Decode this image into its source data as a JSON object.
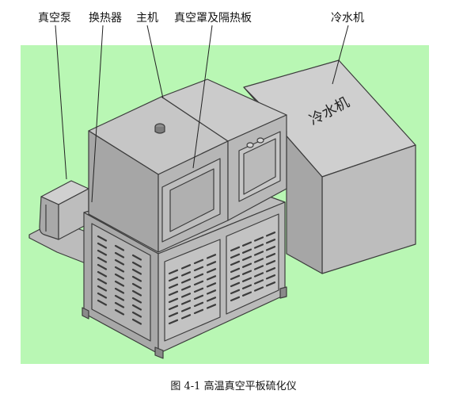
{
  "labels": {
    "vacuum_pump": "真空泵",
    "heat_exchanger": "换热器",
    "main_unit": "主机",
    "cover_insulation": "真空罩及隔热板",
    "chiller": "冷水机"
  },
  "chiller_body_text": "冷水机",
  "caption": "图 4-1 高温真空平板硫化仪",
  "colors": {
    "background_panel": "#b9f7b4",
    "metal_light": "#c9c9c9",
    "metal_mid": "#a9a9a9",
    "metal_dark": "#8a8a8a",
    "outline": "#3c3c3c"
  }
}
